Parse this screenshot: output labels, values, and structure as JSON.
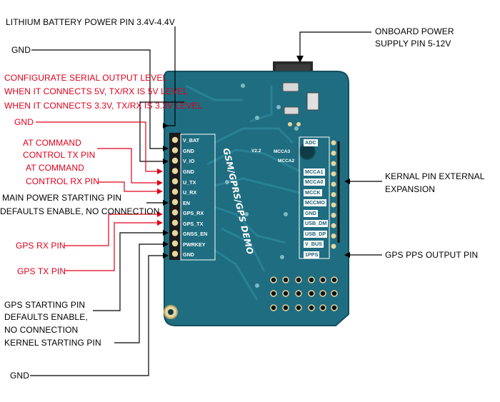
{
  "left_labels": [
    {
      "key": "lithium",
      "text": "LITHIUM BATTERY POWER PIN 3.4V-4.4V",
      "color": "#000000"
    },
    {
      "key": "gnd1",
      "text": "GND",
      "color": "#000000"
    },
    {
      "key": "cfg1",
      "text": "CONFIGURATE SERIAL OUTPUT LEVEL",
      "color": "#e0001b"
    },
    {
      "key": "cfg2",
      "text": "WHEN IT CONNECTS 5V, TX/RX IS 5V LEVEL",
      "color": "#e0001b"
    },
    {
      "key": "cfg3",
      "text": "WHEN IT CONNECTS 3.3V, TX/RX IS 3.3V LEVEL",
      "color": "#e0001b"
    },
    {
      "key": "gnd2",
      "text": "GND",
      "color": "#e0001b"
    },
    {
      "key": "at1a",
      "text": "AT COMMAND",
      "color": "#e0001b"
    },
    {
      "key": "at1b",
      "text": "CONTROL TX PIN",
      "color": "#e0001b"
    },
    {
      "key": "at2a",
      "text": "AT COMMAND",
      "color": "#e0001b"
    },
    {
      "key": "at2b",
      "text": "CONTROL RX PIN",
      "color": "#e0001b"
    },
    {
      "key": "main1",
      "text": "MAIN POWER STARTING PIN",
      "color": "#000000"
    },
    {
      "key": "main2",
      "text": "DEFAULTS ENABLE, NO CONNECTION",
      "color": "#000000"
    },
    {
      "key": "gpsrx",
      "text": "GPS RX PIN",
      "color": "#e0001b"
    },
    {
      "key": "gpstx",
      "text": "GPS TX PIN",
      "color": "#e0001b"
    },
    {
      "key": "gpss1",
      "text": "GPS STARTING PIN",
      "color": "#000000"
    },
    {
      "key": "gpss2",
      "text": "DEFAULTS ENABLE,",
      "color": "#000000"
    },
    {
      "key": "gpss3",
      "text": "NO CONNECTION",
      "color": "#000000"
    },
    {
      "key": "kern",
      "text": "KERNEL STARTING PIN",
      "color": "#000000"
    },
    {
      "key": "gnd3",
      "text": "GND",
      "color": "#000000"
    }
  ],
  "right_labels": [
    {
      "key": "onb1",
      "text": "ONBOARD POWER"
    },
    {
      "key": "onb2",
      "text": "SUPPLY PIN 5-12V"
    },
    {
      "key": "kext1",
      "text": "KERNAL PIN EXTERNAL"
    },
    {
      "key": "kext2",
      "text": "EXPANSION"
    },
    {
      "key": "pps",
      "text": "GPS PPS OUTPUT PIN"
    }
  ],
  "board": {
    "title": "GSM/GPRS/GPS DEMO",
    "version": "V2.2",
    "colors": {
      "pcb": "#1f6d80",
      "pcb_dark": "#154f5d",
      "trace": "#2b8498",
      "pad": "#e6d6a0",
      "header": "#1a1a1a"
    }
  },
  "left_pins": [
    "V_BAT",
    "GND",
    "V_IO",
    "GND",
    "U_TX",
    "U_RX",
    "EN",
    "GPS_RX",
    "GPS_TX",
    "GNSS_EN",
    "PWRKEY",
    "GND"
  ],
  "right_pins": [
    "ADC",
    "MCCA1",
    "MCCA0",
    "MCCK",
    "MCCMO",
    "GND",
    "USB_DM",
    "USB_DP",
    "V_BUS",
    "1PPS"
  ],
  "silk_labels": [
    "MCCA3",
    "MCCA2"
  ]
}
